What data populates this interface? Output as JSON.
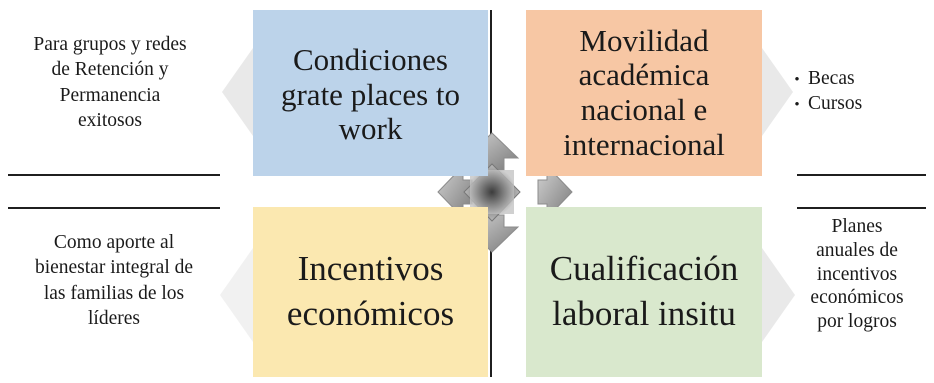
{
  "quadrants": {
    "top_left": {
      "title_lines": [
        "Condiciones",
        "grate places to",
        "work"
      ],
      "color": "#bcd3ea"
    },
    "top_right": {
      "title_lines": [
        "Movilidad",
        "académica",
        "nacional e",
        "internacional"
      ],
      "color": "#f7c7a4"
    },
    "bottom_left": {
      "title_lines": [
        "Incentivos",
        "económicos"
      ],
      "color": "#fbe8b0"
    },
    "bottom_right": {
      "title_lines": [
        "Cualificación",
        "laboral insitu"
      ],
      "color": "#d9e8cd"
    }
  },
  "notes": {
    "top_left": {
      "lines": [
        "Para grupos y redes",
        "de Retención y",
        "Permanencia",
        "exitosos"
      ]
    },
    "top_right": {
      "bullets": [
        "Becas",
        "Cursos"
      ]
    },
    "bottom_left": {
      "lines": [
        "Como aporte al",
        "bienestar integral de",
        "las familias de los",
        "líderes"
      ]
    },
    "bottom_right": {
      "lines": [
        "Planes",
        "anuales de",
        "incentivos",
        "económicos",
        "por logros"
      ]
    }
  },
  "colors": {
    "arrow_tab": "#e9e9e9",
    "center_icon_light": "#c4c4c4",
    "center_icon_dark": "#555555",
    "divider": "#1f1f1f"
  },
  "center_icon": "four-way-arrow-icon"
}
